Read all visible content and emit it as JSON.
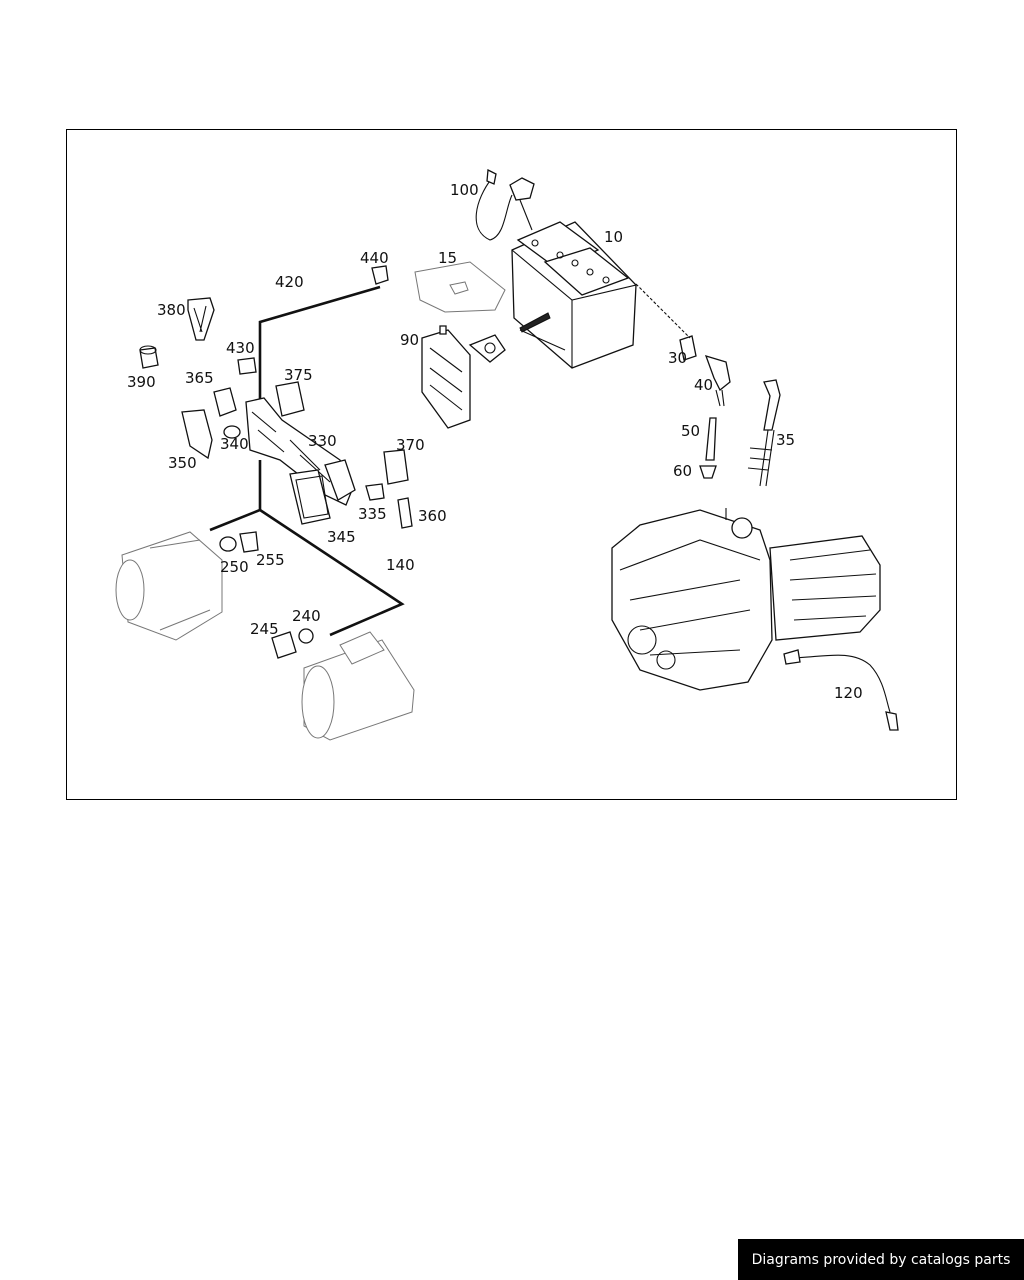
{
  "callouts": {
    "c10": "10",
    "c15": "15",
    "c30": "30",
    "c35": "35",
    "c40": "40",
    "c50": "50",
    "c60": "60",
    "c90": "90",
    "c100": "100",
    "c120": "120",
    "c140": "140",
    "c240": "240",
    "c245": "245",
    "c250": "250",
    "c255": "255",
    "c330": "330",
    "c335": "335",
    "c340": "340",
    "c345": "345",
    "c350": "350",
    "c360": "360",
    "c365": "365",
    "c370": "370",
    "c375": "375",
    "c380": "380",
    "c390": "390",
    "c420": "420",
    "c430": "430",
    "c440": "440"
  },
  "credit": "Diagrams provided by catalogs parts"
}
